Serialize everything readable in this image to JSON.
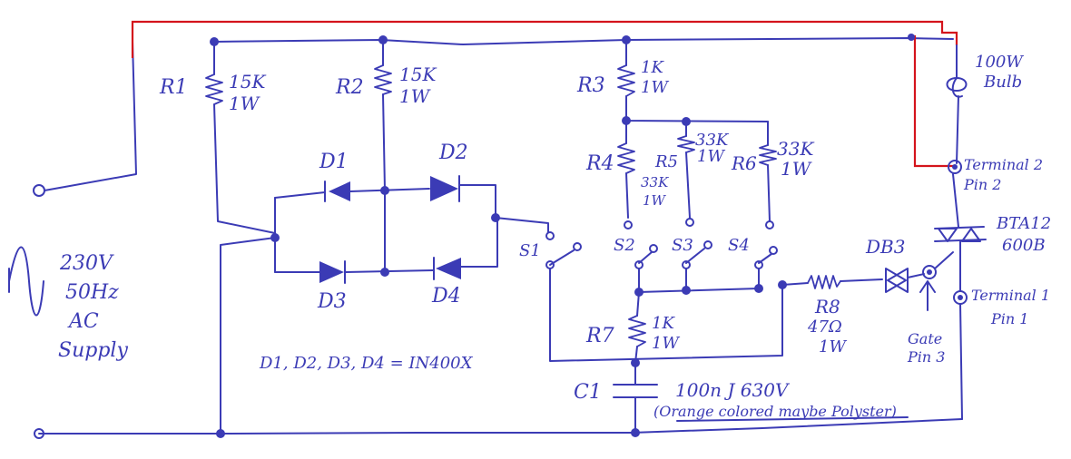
{
  "resistors": {
    "r1": {
      "ref": "R1",
      "value": "15K",
      "rating": "1W"
    },
    "r2": {
      "ref": "R2",
      "value": "15K",
      "rating": "1W"
    },
    "r3": {
      "ref": "R3",
      "value": "1K",
      "rating": "1W"
    },
    "r4": {
      "ref": "R4",
      "value": "33K",
      "rating": "1W"
    },
    "r5": {
      "ref": "R5",
      "value": "33K",
      "rating": "1W"
    },
    "r6": {
      "ref": "R6",
      "value": "33K",
      "rating": "1W"
    },
    "r7": {
      "ref": "R7",
      "value": "1K",
      "rating": "1W"
    },
    "r8": {
      "ref": "R8",
      "value": "47Ω",
      "rating": "1W"
    }
  },
  "diodes": {
    "d1": "D1",
    "d2": "D2",
    "d3": "D3",
    "d4": "D4",
    "note": "D1, D2, D3, D4 = IN400X"
  },
  "switches": {
    "s1": "S1",
    "s2": "S2",
    "s3": "S3",
    "s4": "S4"
  },
  "supply": {
    "line1": "230V",
    "line2": "50Hz",
    "line3": "AC",
    "line4": "Supply"
  },
  "bulb": {
    "line1": "100W",
    "line2": "Bulb"
  },
  "triac": {
    "part": "BTA12",
    "rating": "600B",
    "terminal2": "Terminal 2",
    "pin2": "Pin 2",
    "terminal1": "Terminal 1",
    "pin1": "Pin 1",
    "gate": "Gate",
    "pin3": "Pin 3"
  },
  "diac": {
    "ref": "DB3"
  },
  "capacitor": {
    "ref": "C1",
    "value": "100n J 630V",
    "note": "(Orange colored maybe Polyster)"
  },
  "colors": {
    "wire": "#3b3bb5",
    "correction": "#d4141c"
  }
}
